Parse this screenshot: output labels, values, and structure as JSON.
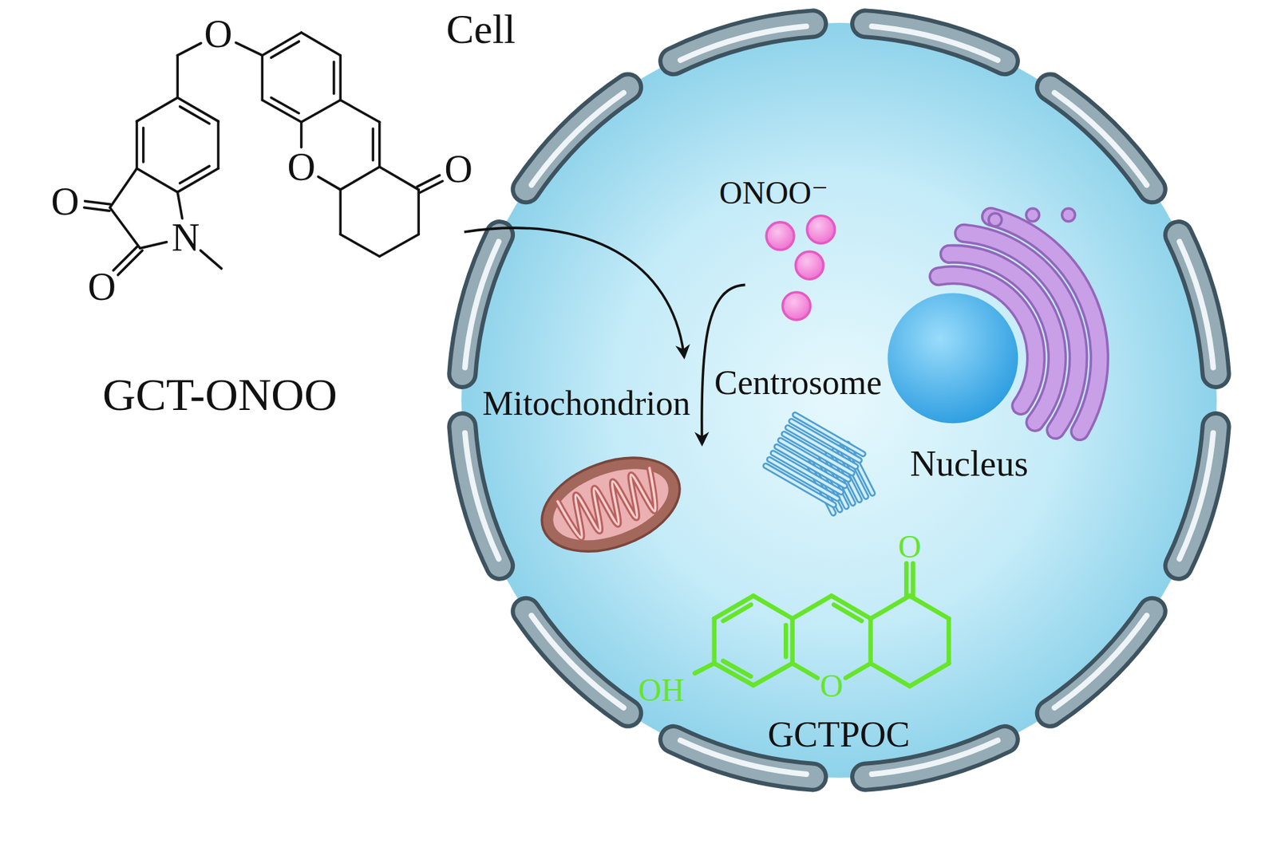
{
  "diagram": {
    "nodes": [
      {
        "text": [
          "Cell"
        ]
      },
      {
        "text": [
          "Endoplasmic Reticulum"
        ],
        "in": 0
      },
      {
        "text": [
          "Centrosome"
        ],
        "in": 0
      },
      {
        "text": [
          "Mitochondrion"
        ],
        "in": 0
      },
      {
        "text": [
          "Nucleus"
        ],
        "in": 0
      }
    ],
    "labels": [
      "O",
      "O",
      "O",
      "O",
      "N",
      "O",
      "GCT-ONOO",
      "ONOO⁻",
      "O",
      "OH",
      "O",
      "GCTPOC"
    ]
  }
}
